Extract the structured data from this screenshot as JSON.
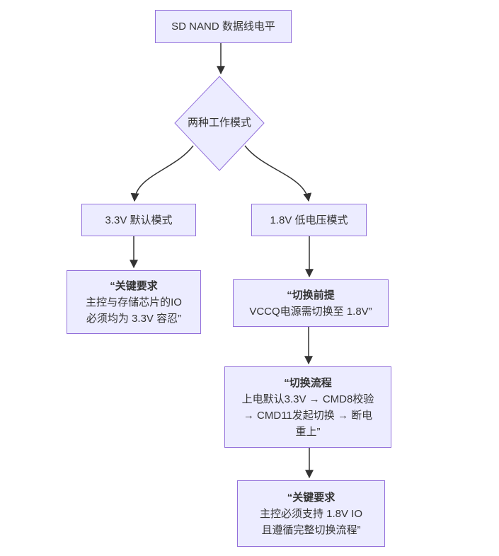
{
  "diagram": {
    "colors": {
      "node_fill": "#ECECFF",
      "node_border": "#9370DB",
      "edge": "#333333",
      "text": "#333333",
      "background": "#ffffff"
    },
    "nodes": {
      "root": {
        "label": "SD NAND 数据线电平"
      },
      "decision": {
        "label": "两种工作模式"
      },
      "mode33": {
        "label": "3.3V 默认模式"
      },
      "mode18": {
        "label": "1.8V 低电压模式"
      },
      "note33": {
        "title": "“关键要求",
        "lines": [
          "主控与存储芯片的IO",
          "必须均为 3.3V 容忍”"
        ]
      },
      "precondition18": {
        "title": "“切换前提",
        "lines": [
          "VCCQ电源需切换至 1.8V”"
        ]
      },
      "procedure18": {
        "title": "“切换流程",
        "lines": [
          "上电默认3.3V → CMD8校验",
          "→ CMD11发起切换 → 断电",
          "重上”"
        ]
      },
      "requirement18": {
        "title": "“关键要求",
        "lines": [
          "主控必须支持 1.8V IO",
          "且遵循完整切换流程”"
        ]
      }
    }
  }
}
